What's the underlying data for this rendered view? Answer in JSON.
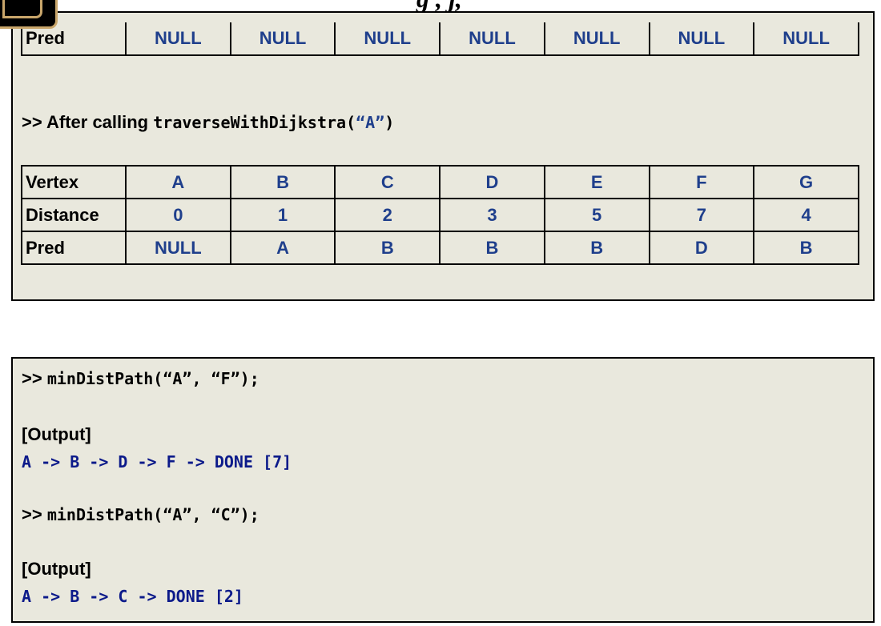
{
  "header": {
    "title_fragment": "g      ,      j,"
  },
  "top_table": {
    "row_label": "Pred",
    "cells": [
      "NULL",
      "NULL",
      "NULL",
      "NULL",
      "NULL",
      "NULL",
      "NULL"
    ]
  },
  "after_call": {
    "prefix": ">> After calling ",
    "func": "traverseWithDijkstra(",
    "arg": "“A”",
    "suffix": ")"
  },
  "main_table": {
    "rows": [
      {
        "label": "Vertex",
        "cells": [
          "A",
          "B",
          "C",
          "D",
          "E",
          "F",
          "G"
        ]
      },
      {
        "label": "Distance",
        "cells": [
          "0",
          "1",
          "2",
          "3",
          "5",
          "7",
          "4"
        ]
      },
      {
        "label": "Pred",
        "cells": [
          "NULL",
          "A",
          "B",
          "B",
          "B",
          "D",
          "B"
        ]
      }
    ]
  },
  "examples": [
    {
      "prompt": ">>",
      "call": "minDistPath(“A”, “F”);",
      "output_label": "[Output]",
      "output": "A -> B -> D -> F -> DONE [7]"
    },
    {
      "prompt": ">>",
      "call": "minDistPath(“A”, “C”);",
      "output_label": "[Output]",
      "output": "A -> B -> C -> DONE [2]"
    }
  ],
  "colors": {
    "panel_bg": "#e9e8dd",
    "value_blue": "#1f3f8c",
    "code_navy": "#0c1a8a",
    "accent_gold": "#c9a66b"
  }
}
